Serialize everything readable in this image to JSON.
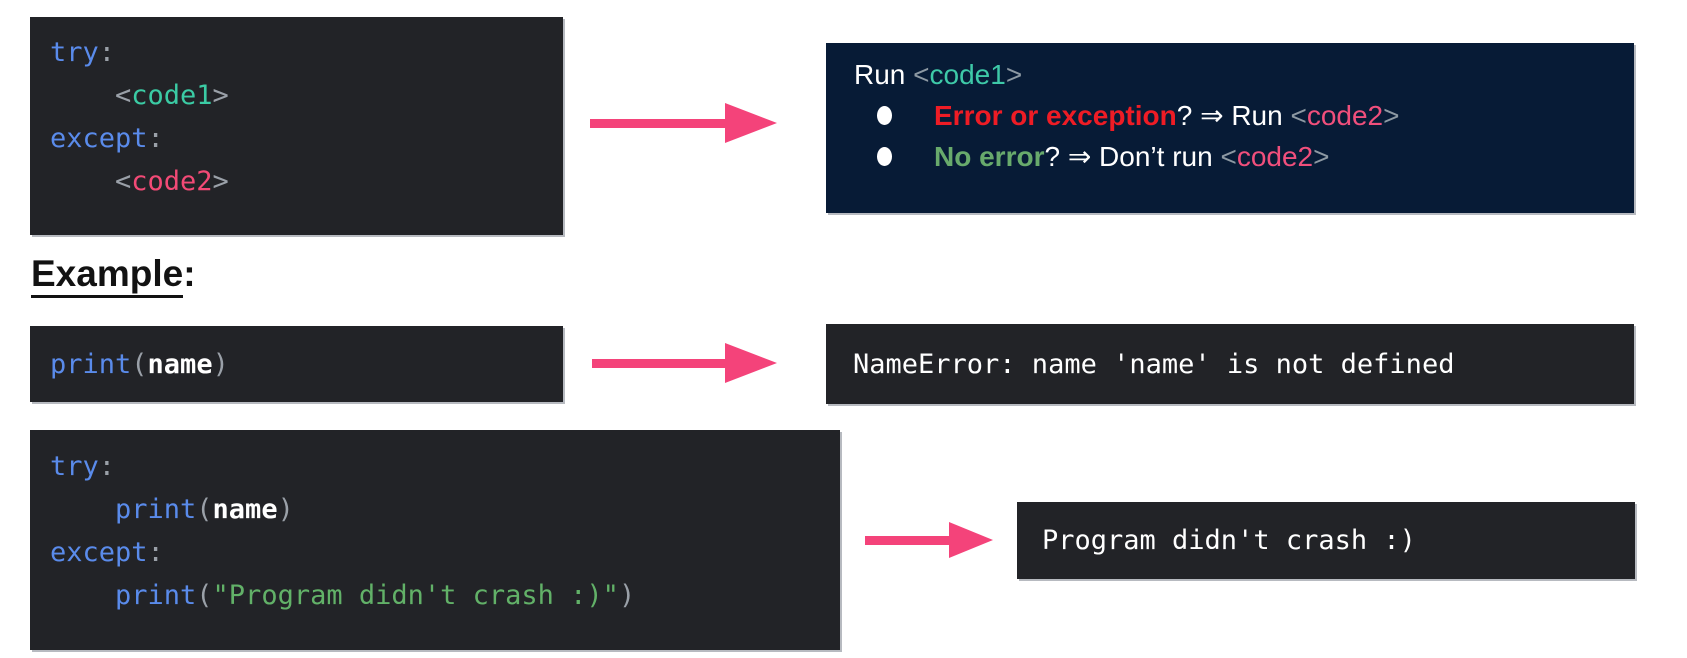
{
  "colors": {
    "code_background": "#222327",
    "navy_background": "#071b36",
    "keyword_blue": "#5a8beb",
    "punctuation_gray": "#9aa0a8",
    "code1_teal": "#3bcba4",
    "code2_pink": "#f34a76",
    "string_green": "#62b168",
    "error_red": "#ee1c25",
    "no_error_green": "#68aa6c",
    "arrow_pink": "#f4437a",
    "text_black": "#121212"
  },
  "generic": {
    "kw_try": "try",
    "colon1": ":",
    "lt1": "<",
    "code1": "code1",
    "gt1": ">",
    "kw_except": "except",
    "colon2": ":",
    "lt2": "<",
    "code2": "code2",
    "gt2": ">"
  },
  "explain": {
    "run_label": "Run ",
    "lt": "<",
    "code1": "code1",
    "gt": ">",
    "bullet1": {
      "bold": "Error or exception",
      "rest": "? ⇒ Run ",
      "lt": "<",
      "code": "code2",
      "gt": ">"
    },
    "bullet2": {
      "bold": "No error",
      "rest": "? ⇒ Don’t run ",
      "lt": "<",
      "code": "code2",
      "gt": ">"
    }
  },
  "example_heading": {
    "word": "Example",
    "colon": ":"
  },
  "print_block": {
    "kw": "print",
    "open": "(",
    "arg": "name",
    "close": ")"
  },
  "error_block": {
    "text": "NameError: name 'name' is not defined"
  },
  "try_example": {
    "kw_try": "try",
    "colon1": ":",
    "kw_print1": "print",
    "open1": "(",
    "arg1": "name",
    "close1": ")",
    "kw_except": "except",
    "colon2": ":",
    "kw_print2": "print",
    "open2": "(",
    "string": "\"Program didn't crash :)\"",
    "close2": ")"
  },
  "result_block": {
    "text": "Program didn't crash :)"
  }
}
